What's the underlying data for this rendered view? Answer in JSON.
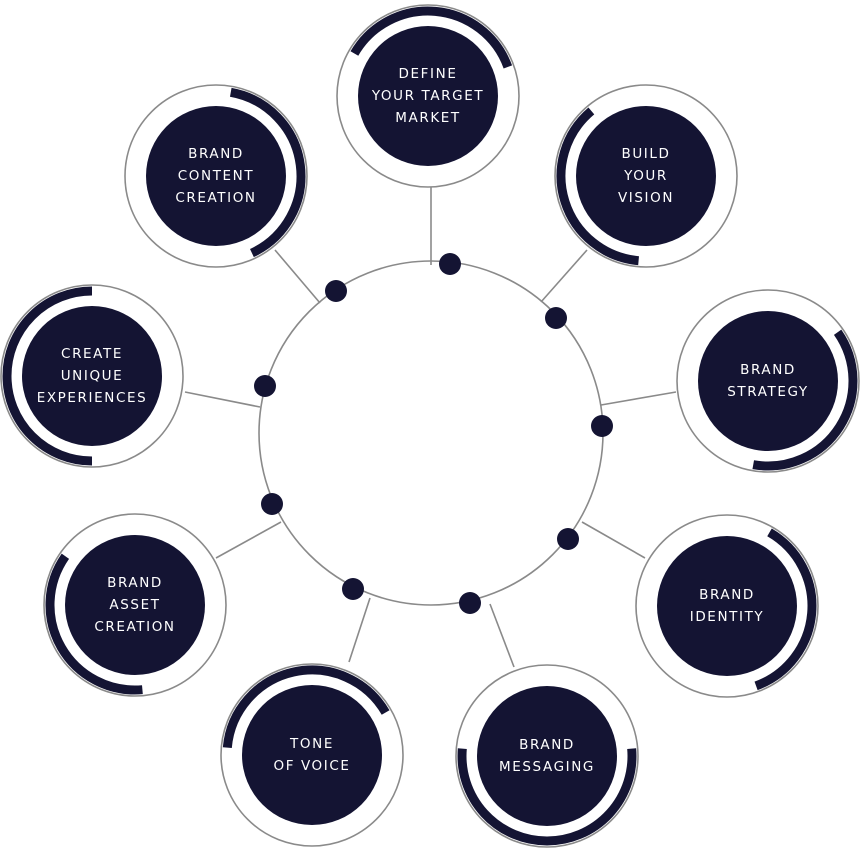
{
  "colors": {
    "primary": "#141433",
    "line": "#8a8a8a",
    "background": "#ffffff",
    "text_on_primary": "#ffffff"
  },
  "nodes": [
    {
      "id": "define-your-target-market",
      "lines": [
        "DEFINE",
        "YOUR TARGET",
        "MARKET"
      ]
    },
    {
      "id": "build-your-vision",
      "lines": [
        "BUILD",
        "YOUR",
        "VISION"
      ]
    },
    {
      "id": "brand-strategy",
      "lines": [
        "BRAND",
        "STRATEGY"
      ]
    },
    {
      "id": "brand-identity",
      "lines": [
        "BRAND",
        "IDENTITY"
      ]
    },
    {
      "id": "brand-messaging",
      "lines": [
        "BRAND",
        "MESSAGING"
      ]
    },
    {
      "id": "tone-of-voice",
      "lines": [
        "TONE",
        "OF VOICE"
      ]
    },
    {
      "id": "brand-asset-creation",
      "lines": [
        "BRAND",
        "ASSET",
        "CREATION"
      ]
    },
    {
      "id": "create-unique-experiences",
      "lines": [
        "CREATE",
        "UNIQUE",
        "EXPERIENCES"
      ]
    },
    {
      "id": "brand-content-creation",
      "lines": [
        "BRAND",
        "CONTENT",
        "CREATION"
      ]
    }
  ]
}
